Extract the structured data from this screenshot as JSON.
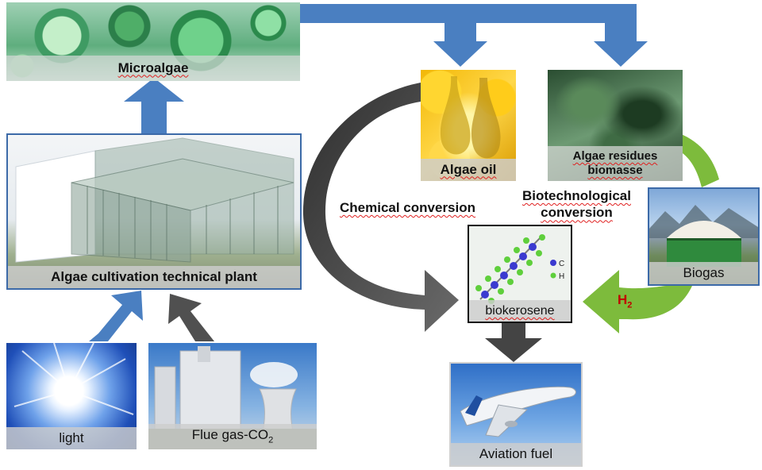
{
  "nodes": {
    "microalgae": "Microalgae",
    "algae_oil": "Algae oil",
    "algae_residues": "Algae residues biomasse",
    "plant": "Algae cultivation technical plant",
    "biokerosene": "biokerosene",
    "biogas": "Biogas",
    "light": "light",
    "flue_gas_text": "Flue gas-CO",
    "flue_gas_sub": "2",
    "aviation": "Aviation fuel"
  },
  "edges": {
    "chemical": "Chemical conversion",
    "bio_line1": "Biotechnological",
    "bio_line2": "conversion",
    "h2_text": "H",
    "h2_sub": "2"
  },
  "molecule_legend": {
    "c": "C",
    "h": "H"
  },
  "colors": {
    "blue_arrow": "#4a7fc1",
    "dark_arrow": "#4f4f4f",
    "green_arrow": "#7dbb3c",
    "h2_label": "#c00000"
  }
}
